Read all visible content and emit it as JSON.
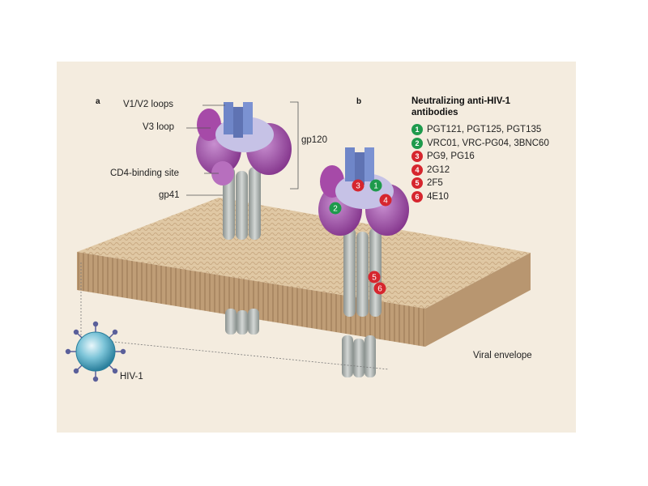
{
  "panel_a": {
    "letter": "a",
    "labels": {
      "v1v2": "V1/V2 loops",
      "v3": "V3 loop",
      "cd4": "CD4-binding site",
      "gp41": "gp41",
      "gp120": "gp120"
    }
  },
  "panel_b": {
    "letter": "b"
  },
  "legend": {
    "title_line1": "Neutralizing anti-HIV-1",
    "title_line2": "antibodies",
    "items": [
      {
        "number": "1",
        "text": "PGT121, PGT125, PGT135",
        "color": "#1e9a4c"
      },
      {
        "number": "2",
        "text": "VRC01, VRC-PG04, 3BNC60",
        "color": "#1e9a4c"
      },
      {
        "number": "3",
        "text": "PG9, PG16",
        "color": "#d6262e"
      },
      {
        "number": "4",
        "text": "2G12",
        "color": "#d6262e"
      },
      {
        "number": "5",
        "text": "2F5",
        "color": "#d6262e"
      },
      {
        "number": "6",
        "text": "4E10",
        "color": "#d6262e"
      }
    ]
  },
  "membrane_label": "Viral envelope",
  "virus_label": "HIV-1",
  "markers": [
    {
      "number": "3",
      "color": "#d6262e"
    },
    {
      "number": "1",
      "color": "#1e9a4c"
    },
    {
      "number": "4",
      "color": "#d6262e"
    },
    {
      "number": "2",
      "color": "#1e9a4c"
    },
    {
      "number": "5",
      "color": "#d6262e"
    },
    {
      "number": "6",
      "color": "#d6262e"
    }
  ],
  "colors": {
    "panel_bg": "#f4ecdf",
    "membrane_top": "#ddc4a0",
    "membrane_side": "#c2a07a",
    "stalk": "#a3aaa7",
    "lobe": "#9a3f9c",
    "loops": "#c6c2e6",
    "v1v2": "#6f86c8",
    "virus": "#4fa9c4",
    "spike": "#5a5f9a"
  }
}
